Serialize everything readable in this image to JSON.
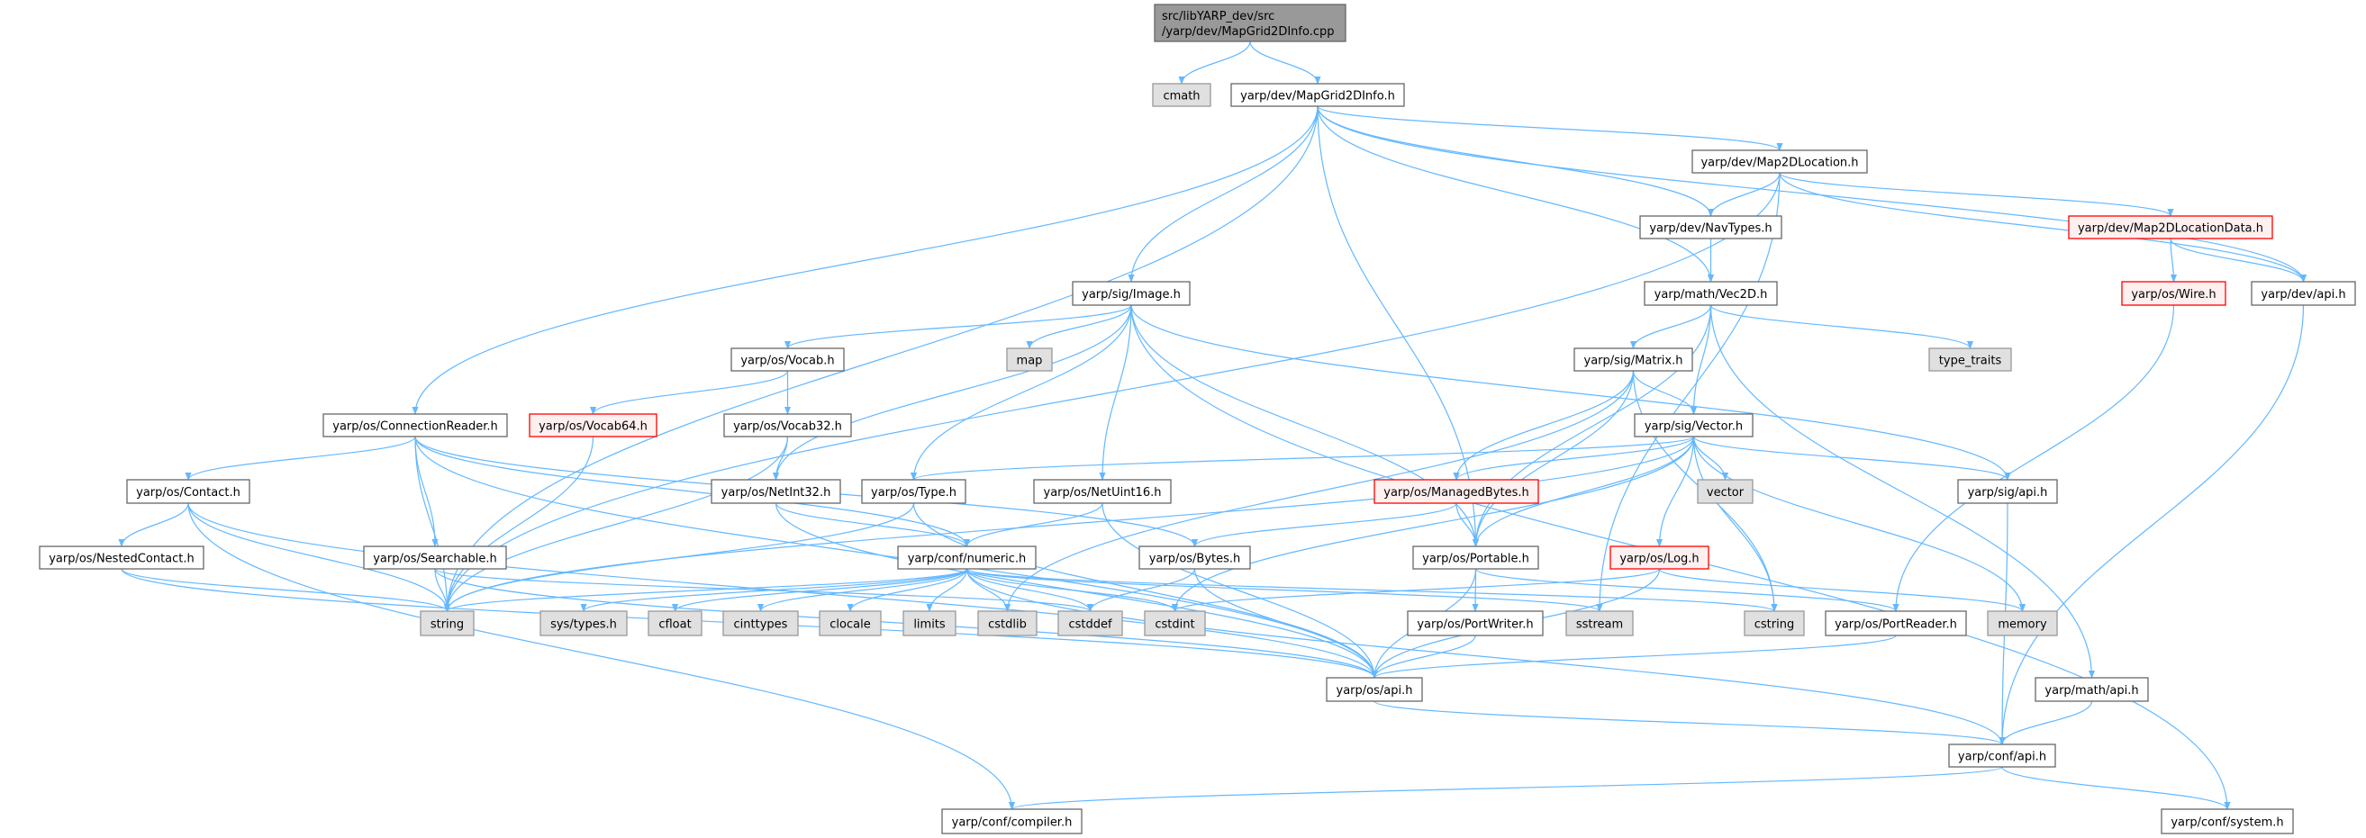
{
  "graph": {
    "title": "Include dependency graph",
    "colors": {
      "edge": "#63b8ff",
      "root_fill": "#999999",
      "system_fill": "#e0e0e0",
      "red_border": "#ff0000",
      "red_fill": "#fff0f0"
    },
    "nodes": {
      "root": {
        "lines": [
          "src/libYARP_dev/src",
          "/yarp/dev/MapGrid2DInfo.cpp"
        ],
        "kind": "root"
      },
      "cmath": {
        "label": "cmath",
        "kind": "system"
      },
      "mapgrid": {
        "label": "yarp/dev/MapGrid2DInfo.h",
        "kind": "normal"
      },
      "map2dloc": {
        "label": "yarp/dev/Map2DLocation.h",
        "kind": "normal"
      },
      "navtypes": {
        "label": "yarp/dev/NavTypes.h",
        "kind": "normal"
      },
      "map2dlocdata": {
        "label": "yarp/dev/Map2DLocationData.h",
        "kind": "red"
      },
      "vec2d": {
        "label": "yarp/math/Vec2D.h",
        "kind": "normal"
      },
      "wire": {
        "label": "yarp/os/Wire.h",
        "kind": "red"
      },
      "devapi": {
        "label": "yarp/dev/api.h",
        "kind": "normal"
      },
      "image": {
        "label": "yarp/sig/Image.h",
        "kind": "normal"
      },
      "vocab": {
        "label": "yarp/os/Vocab.h",
        "kind": "normal"
      },
      "map": {
        "label": "map",
        "kind": "system"
      },
      "matrix": {
        "label": "yarp/sig/Matrix.h",
        "kind": "normal"
      },
      "typetraits": {
        "label": "type_traits",
        "kind": "system"
      },
      "connreader": {
        "label": "yarp/os/ConnectionReader.h",
        "kind": "normal"
      },
      "vocab64": {
        "label": "yarp/os/Vocab64.h",
        "kind": "red"
      },
      "vocab32": {
        "label": "yarp/os/Vocab32.h",
        "kind": "normal"
      },
      "vector_h": {
        "label": "yarp/sig/Vector.h",
        "kind": "normal"
      },
      "contact": {
        "label": "yarp/os/Contact.h",
        "kind": "normal"
      },
      "netint32": {
        "label": "yarp/os/NetInt32.h",
        "kind": "normal"
      },
      "type": {
        "label": "yarp/os/Type.h",
        "kind": "normal"
      },
      "netuint16": {
        "label": "yarp/os/NetUint16.h",
        "kind": "normal"
      },
      "managedbytes": {
        "label": "yarp/os/ManagedBytes.h",
        "kind": "red"
      },
      "vector": {
        "label": "vector",
        "kind": "system"
      },
      "sigapi": {
        "label": "yarp/sig/api.h",
        "kind": "normal"
      },
      "nestedcontact": {
        "label": "yarp/os/NestedContact.h",
        "kind": "normal"
      },
      "searchable": {
        "label": "yarp/os/Searchable.h",
        "kind": "normal"
      },
      "numeric": {
        "label": "yarp/conf/numeric.h",
        "kind": "normal"
      },
      "bytes": {
        "label": "yarp/os/Bytes.h",
        "kind": "normal"
      },
      "portable": {
        "label": "yarp/os/Portable.h",
        "kind": "normal"
      },
      "log": {
        "label": "yarp/os/Log.h",
        "kind": "red"
      },
      "string": {
        "label": "string",
        "kind": "system"
      },
      "systypes": {
        "label": "sys/types.h",
        "kind": "system"
      },
      "cfloat": {
        "label": "cfloat",
        "kind": "system"
      },
      "cinttypes": {
        "label": "cinttypes",
        "kind": "system"
      },
      "clocale": {
        "label": "clocale",
        "kind": "system"
      },
      "limits": {
        "label": "limits",
        "kind": "system"
      },
      "cstdlib": {
        "label": "cstdlib",
        "kind": "system"
      },
      "cstddef": {
        "label": "cstddef",
        "kind": "system"
      },
      "cstdint": {
        "label": "cstdint",
        "kind": "system"
      },
      "portwriter": {
        "label": "yarp/os/PortWriter.h",
        "kind": "normal"
      },
      "sstream": {
        "label": "sstream",
        "kind": "system"
      },
      "cstring": {
        "label": "cstring",
        "kind": "system"
      },
      "portreader": {
        "label": "yarp/os/PortReader.h",
        "kind": "normal"
      },
      "memory": {
        "label": "memory",
        "kind": "system"
      },
      "osapi": {
        "label": "yarp/os/api.h",
        "kind": "normal"
      },
      "mathapi": {
        "label": "yarp/math/api.h",
        "kind": "normal"
      },
      "confapi": {
        "label": "yarp/conf/api.h",
        "kind": "normal"
      },
      "compiler": {
        "label": "yarp/conf/compiler.h",
        "kind": "normal"
      },
      "system": {
        "label": "yarp/conf/system.h",
        "kind": "normal"
      }
    },
    "edges": [
      [
        "root",
        "cmath"
      ],
      [
        "root",
        "mapgrid"
      ],
      [
        "mapgrid",
        "string"
      ],
      [
        "mapgrid",
        "connreader"
      ],
      [
        "mapgrid",
        "image"
      ],
      [
        "mapgrid",
        "portable"
      ],
      [
        "mapgrid",
        "navtypes"
      ],
      [
        "mapgrid",
        "vec2d"
      ],
      [
        "mapgrid",
        "map2dloc"
      ],
      [
        "mapgrid",
        "devapi"
      ],
      [
        "map2dloc",
        "string"
      ],
      [
        "map2dloc",
        "navtypes"
      ],
      [
        "map2dloc",
        "map2dlocdata"
      ],
      [
        "map2dloc",
        "devapi"
      ],
      [
        "map2dloc",
        "sstream"
      ],
      [
        "navtypes",
        "vec2d"
      ],
      [
        "map2dlocdata",
        "wire"
      ],
      [
        "map2dlocdata",
        "devapi"
      ],
      [
        "devapi",
        "confapi"
      ],
      [
        "wire",
        "portreader"
      ],
      [
        "vec2d",
        "matrix"
      ],
      [
        "vec2d",
        "vector_h"
      ],
      [
        "vec2d",
        "typetraits"
      ],
      [
        "vec2d",
        "portable"
      ],
      [
        "vec2d",
        "mathapi"
      ],
      [
        "image",
        "vocab"
      ],
      [
        "image",
        "map"
      ],
      [
        "image",
        "type"
      ],
      [
        "image",
        "netint32"
      ],
      [
        "image",
        "netuint16"
      ],
      [
        "image",
        "portable"
      ],
      [
        "image",
        "sigapi"
      ],
      [
        "image",
        "system"
      ],
      [
        "vocab",
        "vocab64"
      ],
      [
        "vocab",
        "vocab32"
      ],
      [
        "vocab64",
        "string"
      ],
      [
        "vocab32",
        "string"
      ],
      [
        "vocab32",
        "netint32"
      ],
      [
        "matrix",
        "vector_h"
      ],
      [
        "matrix",
        "managedbytes"
      ],
      [
        "matrix",
        "portable"
      ],
      [
        "matrix",
        "cstring"
      ],
      [
        "matrix",
        "cstdlib"
      ],
      [
        "vector_h",
        "type"
      ],
      [
        "vector_h",
        "managedbytes"
      ],
      [
        "vector_h",
        "vector"
      ],
      [
        "vector_h",
        "portable"
      ],
      [
        "vector_h",
        "log"
      ],
      [
        "vector_h",
        "sigapi"
      ],
      [
        "vector_h",
        "cstring"
      ],
      [
        "vector_h",
        "memory"
      ],
      [
        "vector_h",
        "string"
      ],
      [
        "vector_h",
        "cstdint"
      ],
      [
        "connreader",
        "contact"
      ],
      [
        "connreader",
        "string"
      ],
      [
        "connreader",
        "searchable"
      ],
      [
        "connreader",
        "numeric"
      ],
      [
        "connreader",
        "bytes"
      ],
      [
        "connreader",
        "osapi"
      ],
      [
        "contact",
        "nestedcontact"
      ],
      [
        "contact",
        "string"
      ],
      [
        "contact",
        "osapi"
      ],
      [
        "contact",
        "compiler"
      ],
      [
        "nestedcontact",
        "string"
      ],
      [
        "nestedcontact",
        "osapi"
      ],
      [
        "searchable",
        "string"
      ],
      [
        "searchable",
        "osapi"
      ],
      [
        "searchable",
        "cstddef"
      ],
      [
        "netint32",
        "numeric"
      ],
      [
        "netint32",
        "osapi"
      ],
      [
        "type",
        "string"
      ],
      [
        "type",
        "osapi"
      ],
      [
        "netuint16",
        "numeric"
      ],
      [
        "netuint16",
        "osapi"
      ],
      [
        "managedbytes",
        "bytes"
      ],
      [
        "managedbytes",
        "portable"
      ],
      [
        "sigapi",
        "confapi"
      ],
      [
        "numeric",
        "string"
      ],
      [
        "numeric",
        "systypes"
      ],
      [
        "numeric",
        "cfloat"
      ],
      [
        "numeric",
        "cinttypes"
      ],
      [
        "numeric",
        "clocale"
      ],
      [
        "numeric",
        "limits"
      ],
      [
        "numeric",
        "cstdlib"
      ],
      [
        "numeric",
        "cstddef"
      ],
      [
        "numeric",
        "cstdint"
      ],
      [
        "numeric",
        "cstring"
      ],
      [
        "numeric",
        "sstream"
      ],
      [
        "numeric",
        "confapi"
      ],
      [
        "bytes",
        "cstddef"
      ],
      [
        "bytes",
        "osapi"
      ],
      [
        "portable",
        "portwriter"
      ],
      [
        "portable",
        "portreader"
      ],
      [
        "portable",
        "osapi"
      ],
      [
        "log",
        "cstdint"
      ],
      [
        "log",
        "memory"
      ],
      [
        "log",
        "osapi"
      ],
      [
        "portwriter",
        "osapi"
      ],
      [
        "portreader",
        "osapi"
      ],
      [
        "osapi",
        "confapi"
      ],
      [
        "mathapi",
        "confapi"
      ],
      [
        "confapi",
        "compiler"
      ],
      [
        "confapi",
        "system"
      ]
    ]
  }
}
